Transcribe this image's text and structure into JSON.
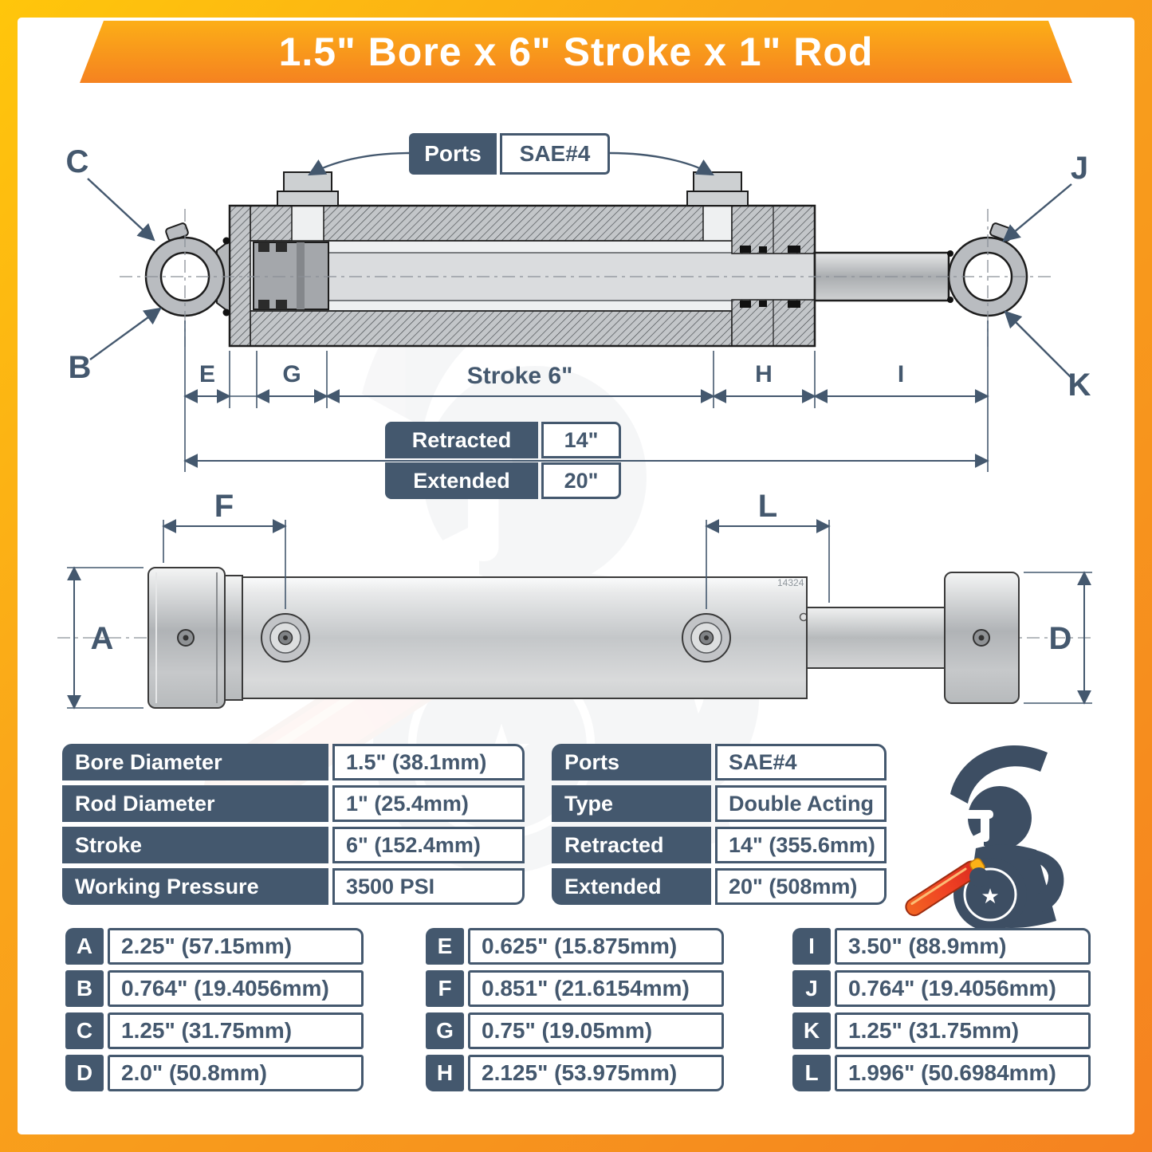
{
  "title": "1.5\" Bore x 6\" Stroke x 1\" Rod",
  "drawing": {
    "ports_label": "Ports",
    "ports_value": "SAE#4",
    "stroke_dim_label": "Stroke 6\"",
    "retracted_label": "Retracted",
    "retracted_value": "14\"",
    "extended_label": "Extended",
    "extended_value": "20\"",
    "tube_marking": "14324",
    "labels": {
      "A": "A",
      "B": "B",
      "C": "C",
      "D": "D",
      "E": "E",
      "F": "F",
      "G": "G",
      "H": "H",
      "I": "I",
      "J": "J",
      "K": "K",
      "L": "L"
    }
  },
  "spec_left": {
    "rows": [
      {
        "label": "Bore Diameter",
        "value": "1.5\" (38.1mm)"
      },
      {
        "label": "Rod Diameter",
        "value": "1\" (25.4mm)"
      },
      {
        "label": "Stroke",
        "value": "6\" (152.4mm)"
      },
      {
        "label": "Working Pressure",
        "value": "3500 PSI"
      }
    ]
  },
  "spec_right": {
    "rows": [
      {
        "label": "Ports",
        "value": "SAE#4"
      },
      {
        "label": "Type",
        "value": "Double Acting"
      },
      {
        "label": "Retracted",
        "value": "14\" (355.6mm)"
      },
      {
        "label": "Extended",
        "value": "20\" (508mm)"
      }
    ]
  },
  "dims": {
    "col1": [
      {
        "key": "A",
        "value": "2.25\" (57.15mm)"
      },
      {
        "key": "B",
        "value": "0.764\" (19.4056mm)"
      },
      {
        "key": "C",
        "value": "1.25\" (31.75mm)"
      },
      {
        "key": "D",
        "value": "2.0\" (50.8mm)"
      }
    ],
    "col2": [
      {
        "key": "E",
        "value": "0.625\" (15.875mm)"
      },
      {
        "key": "F",
        "value": "0.851\" (21.6154mm)"
      },
      {
        "key": "G",
        "value": "0.75\" (19.05mm)"
      },
      {
        "key": "H",
        "value": "2.125\" (53.975mm)"
      }
    ],
    "col3": [
      {
        "key": "I",
        "value": "3.50\" (88.9mm)"
      },
      {
        "key": "J",
        "value": "0.764\" (19.4056mm)"
      },
      {
        "key": "K",
        "value": "1.25\" (31.75mm)"
      },
      {
        "key": "L",
        "value": "1.996\" (50.6984mm)"
      }
    ]
  },
  "colors": {
    "accent_orange": "#F7941D",
    "navy": "#44586E"
  }
}
